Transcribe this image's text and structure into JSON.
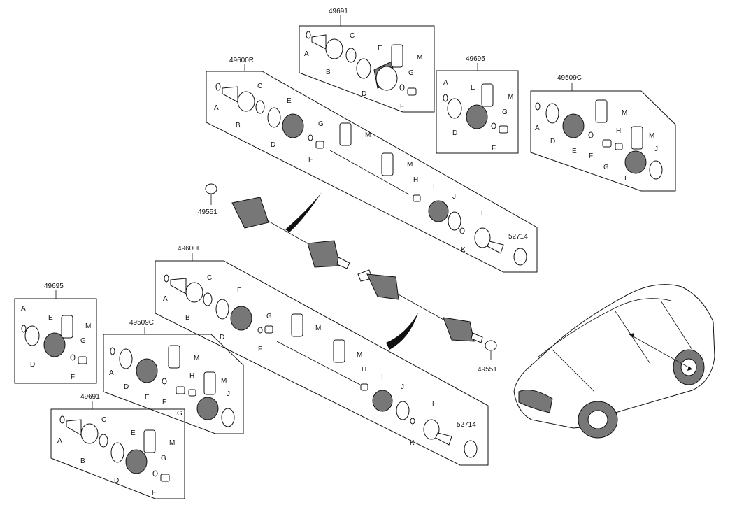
{
  "assemblies": {
    "rh": "49600R",
    "lh": "49600L",
    "rh_inboard_joint_kit": "49691",
    "rh_boot_kit_a": "49695",
    "rh_boot_kit_b": "49509C",
    "lh_inboard_joint_kit": "49691",
    "lh_boot_kit_a": "49695",
    "lh_boot_kit_b": "49509C",
    "nut_rh": "49551",
    "nut_lh": "49551",
    "tone_ring_rh": "52714",
    "tone_ring_lh": "52714"
  },
  "letters": {
    "A": "A",
    "B": "B",
    "C": "C",
    "D": "D",
    "E": "E",
    "F": "F",
    "G": "G",
    "H": "H",
    "I": "I",
    "J": "J",
    "K": "K",
    "L": "L",
    "M": "M"
  }
}
